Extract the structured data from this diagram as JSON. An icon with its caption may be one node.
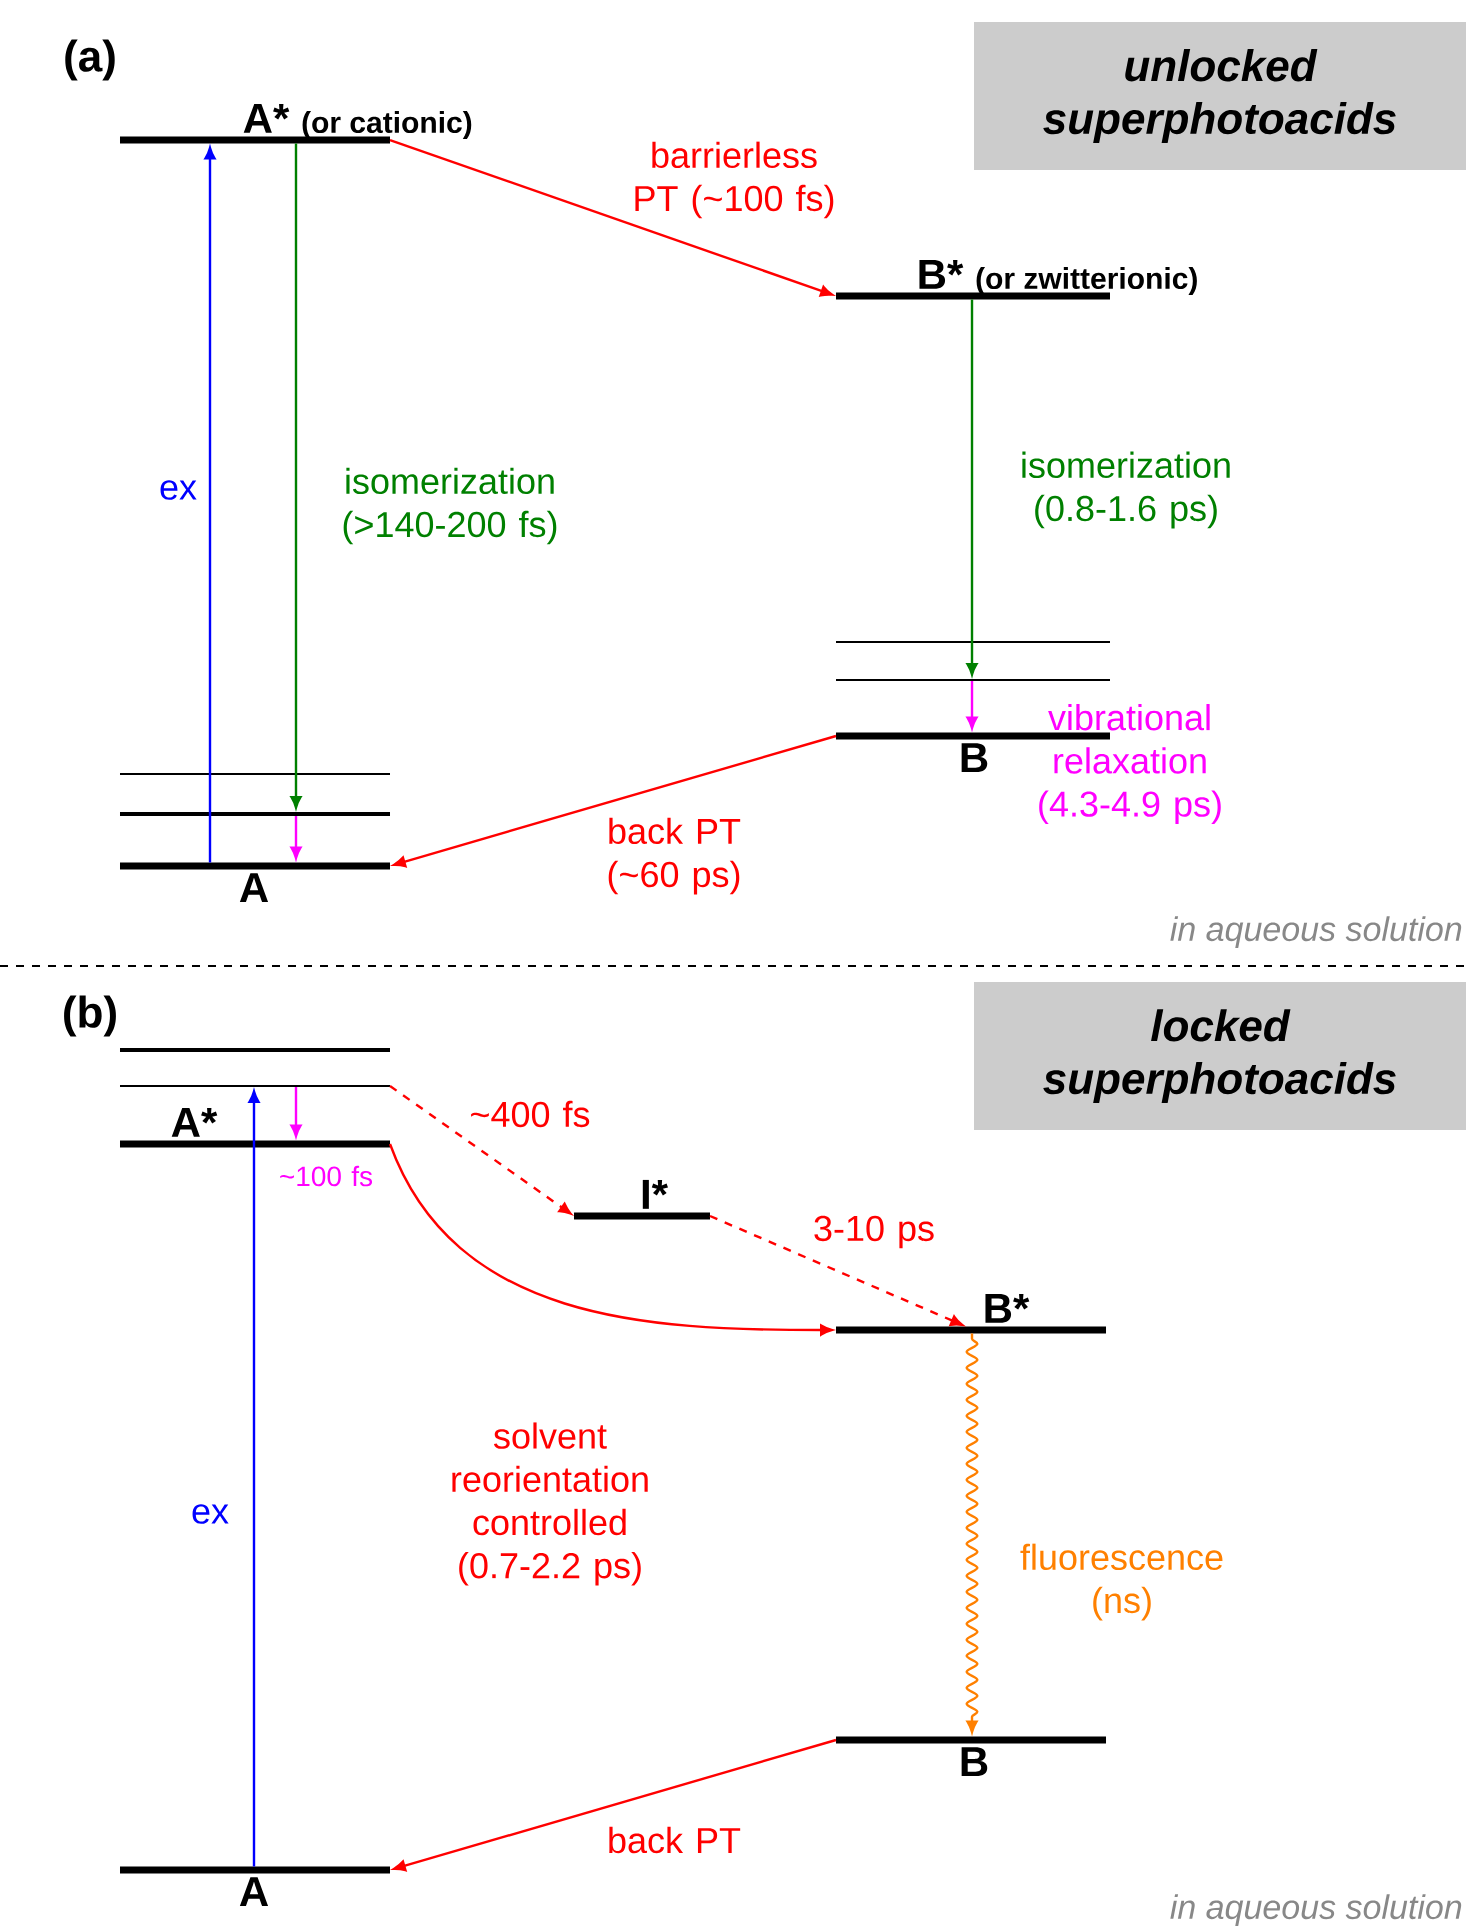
{
  "diagram": {
    "nodes": [
      {
        "text": [
          "unlocked superphotoacids"
        ]
      },
      {
        "text": [
          "A*"
        ],
        "beside": [
          "(or cationic)"
        ]
      },
      {
        "text": [],
        "shape": "bar"
      },
      {
        "text": [],
        "shape": "bar"
      },
      {
        "text": [
          "A"
        ]
      },
      {
        "text": [
          "B*"
        ],
        "beside": [
          "(or zwitterionic)"
        ]
      },
      {
        "text": [],
        "shape": "bar"
      },
      {
        "text": [],
        "shape": "bar"
      },
      {
        "text": [
          "B"
        ]
      },
      {
        "text": [
          "locked superphotoacids"
        ]
      },
      {
        "text": [],
        "shape": "bar"
      },
      {
        "text": [],
        "shape": "bar"
      },
      {
        "text": [
          "A*"
        ]
      },
      {
        "text": [
          "I*"
        ]
      },
      {
        "text": [
          "B*"
        ]
      },
      {
        "text": [
          "B"
        ]
      },
      {
        "text": [
          "A"
        ]
      }
    ],
    "edges": [
      {
        "from": 4,
        "to": 1,
        "arrow": "to",
        "label": "ex",
        "color": "#0000ff"
      },
      {
        "from": 1,
        "to": 3,
        "arrow": "to",
        "label": "isomerization (>140-200 fs)",
        "color": "#008000"
      },
      {
        "from": 3,
        "to": 4,
        "arrow": "to",
        "color": "#ff00ff"
      },
      {
        "from": 1,
        "to": 5,
        "arrow": "to",
        "label": "barrierless PT (~100 fs)"
      },
      {
        "from": 5,
        "to": 7,
        "arrow": "to",
        "label": "isomerization (0.8-1.6 ps)",
        "color": "#008000"
      },
      {
        "from": 7,
        "to": 8,
        "arrow": "to",
        "label": "vibrational relaxation (4.3-4.9 ps)",
        "color": "#ff00ff"
      },
      {
        "from": 8,
        "to": 4,
        "arrow": "to",
        "label": "back PT (~60 ps)"
      },
      {
        "from": 16,
        "to": 11,
        "arrow": "to",
        "label": "ex",
        "color": "#0000ff"
      },
      {
        "from": 11,
        "to": 12,
        "arrow": "to",
        "label": "~100 fs",
        "color": "#ff00ff"
      },
      {
        "from": 11,
        "to": 13,
        "arrow": "to",
        "label": "~400 fs",
        "style": "dashed"
      },
      {
        "from": 13,
        "to": 14,
        "arrow": "to",
        "label": "3-10 ps",
        "style": "dashed"
      },
      {
        "from": 12,
        "to": 14,
        "arrow": "to",
        "label": "solvent reorientation controlled (0.7-2.2 ps)"
      },
      {
        "from": 14,
        "to": 15,
        "arrow": "to",
        "label": "fluorescence (ns)",
        "color": "#ff8000"
      },
      {
        "from": 15,
        "to": 16,
        "arrow": "to",
        "label": "back PT"
      }
    ],
    "labels": [
      "(a)",
      "in aqueous solution",
      "(b)",
      "in aqueous solution"
    ]
  }
}
